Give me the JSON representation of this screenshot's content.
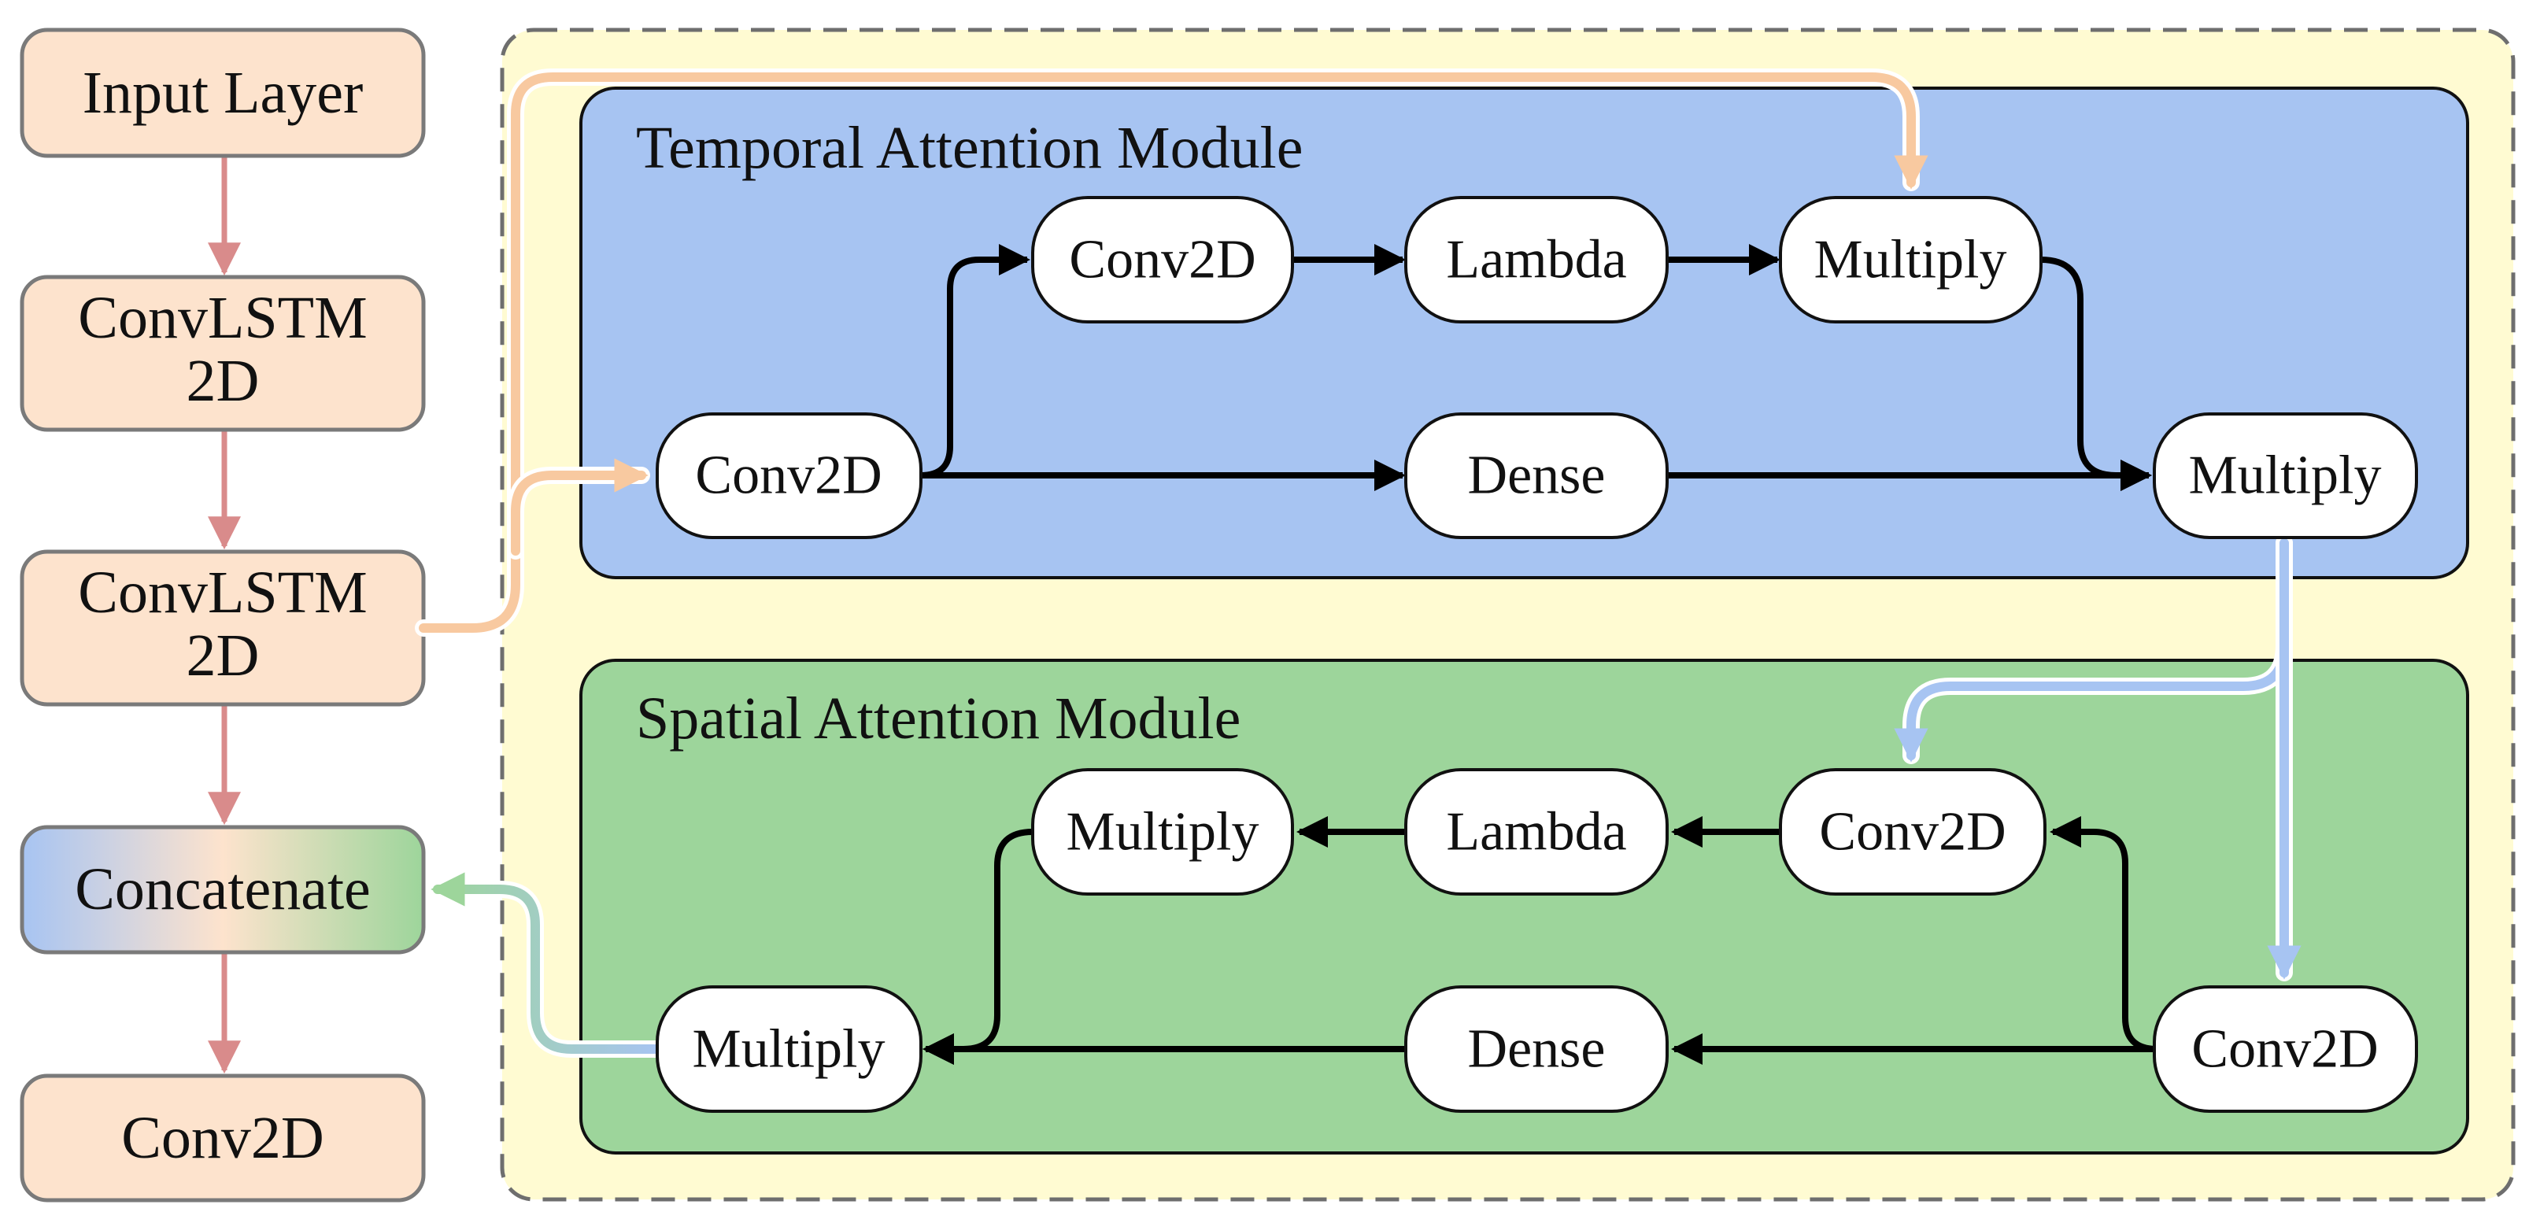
{
  "left_column": {
    "input_layer": "Input Layer",
    "convlstm_1": [
      "ConvLSTM",
      "2D"
    ],
    "convlstm_2": [
      "ConvLSTM",
      "2D"
    ],
    "concatenate": "Concatenate",
    "conv2d_out": "Conv2D"
  },
  "temporal_module": {
    "title": "Temporal Attention Module",
    "conv2d_in": "Conv2D",
    "conv2d_top": "Conv2D",
    "lambda": "Lambda",
    "multiply_top": "Multiply",
    "dense": "Dense",
    "multiply_out": "Multiply"
  },
  "spatial_module": {
    "title": "Spatial Attention Module",
    "conv2d_top": "Conv2D",
    "lambda": "Lambda",
    "multiply_top": "Multiply",
    "conv2d_in": "Conv2D",
    "dense": "Dense",
    "multiply_out": "Multiply"
  },
  "colors": {
    "left_box_fill": "#fde3cd",
    "left_arrow": "#d98b8b",
    "outer_fill": "#fffbd2",
    "temporal_fill": "#a7c4f2",
    "spatial_fill": "#9dd59b",
    "node_fill": "#ffffff",
    "peach_flow": "#f8c9a0",
    "blue_flow": "#a7c4f2",
    "green_flow": "#9dd59b"
  }
}
